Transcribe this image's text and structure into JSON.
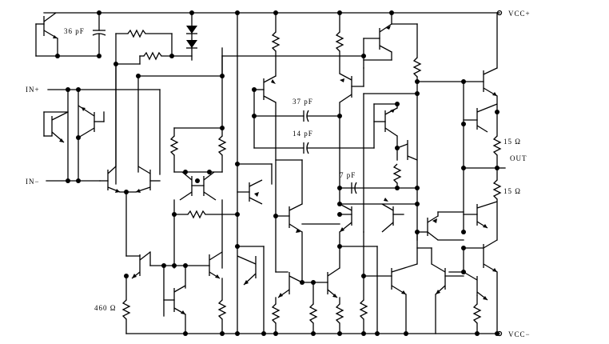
{
  "diagram": {
    "rails": {
      "positive": "VCC+",
      "negative": "VCC−"
    },
    "inputs": {
      "non_inverting": "IN+",
      "inverting": "IN−"
    },
    "output": "OUT",
    "capacitors": {
      "c_compensation_a": "36 pF",
      "c_compensation_b": "37 pF",
      "c_compensation_c": "14 pF",
      "c_compensation_d": "7 pF"
    },
    "resistors": {
      "r_emitter": "460 Ω",
      "r_output_top": "15 Ω",
      "r_output_bottom": "15 Ω"
    }
  }
}
